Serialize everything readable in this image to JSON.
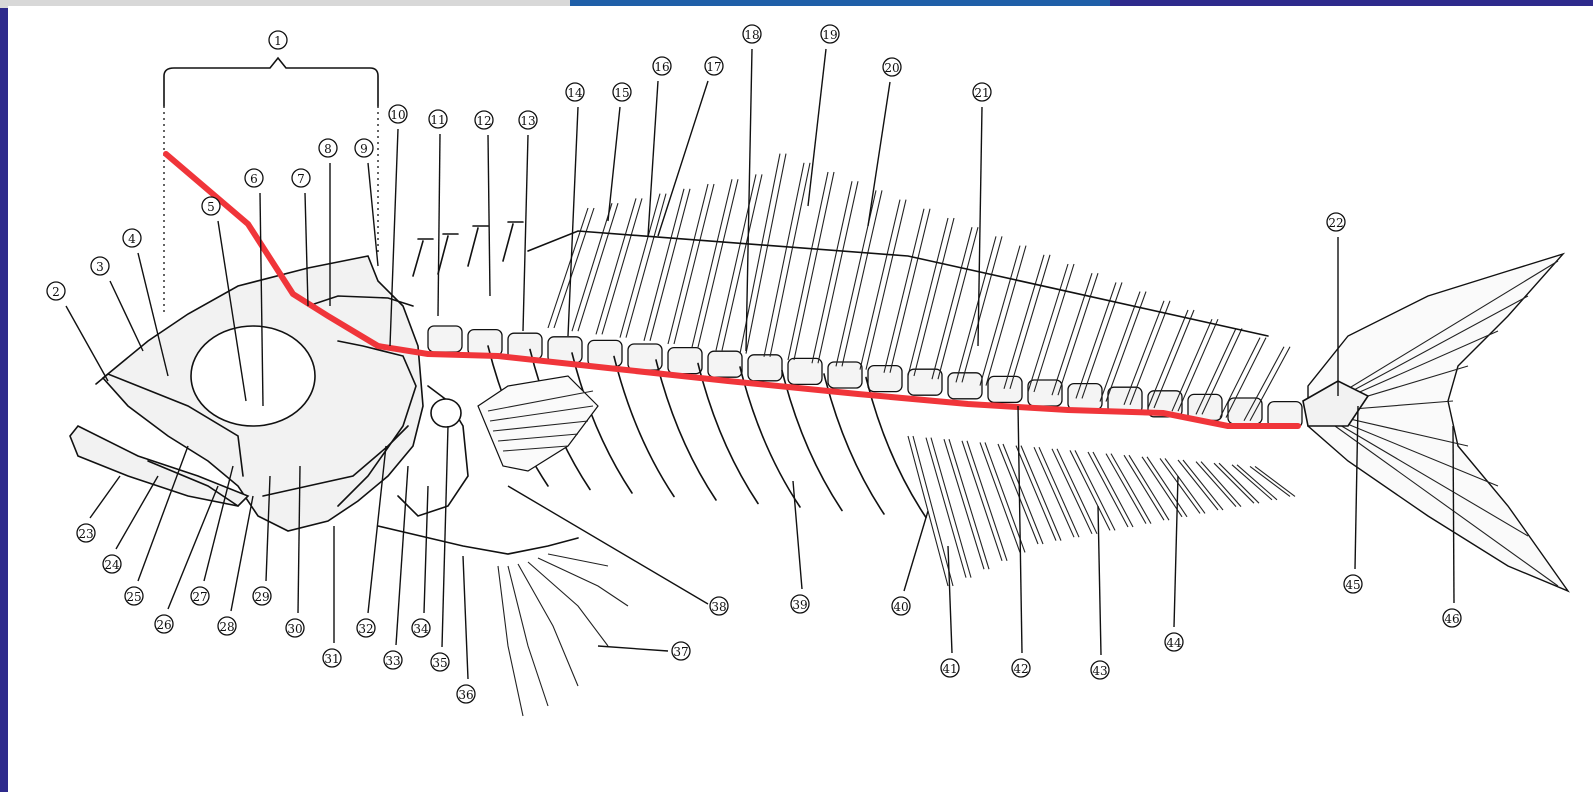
{
  "colors": {
    "frame": "#2e2a8c",
    "highlight_line": "#f0353a",
    "ink": "#111111"
  },
  "labels": [
    "1",
    "2",
    "3",
    "4",
    "5",
    "6",
    "7",
    "8",
    "9",
    "10",
    "11",
    "12",
    "13",
    "14",
    "15",
    "16",
    "17",
    "18",
    "19",
    "20",
    "21",
    "22",
    "23",
    "24",
    "25",
    "26",
    "27",
    "28",
    "29",
    "30",
    "31",
    "32",
    "33",
    "34",
    "35",
    "36",
    "37",
    "38",
    "39",
    "40",
    "41",
    "42",
    "43",
    "44",
    "45",
    "46"
  ],
  "annotation": {
    "type": "red-polyline",
    "description": ""
  }
}
